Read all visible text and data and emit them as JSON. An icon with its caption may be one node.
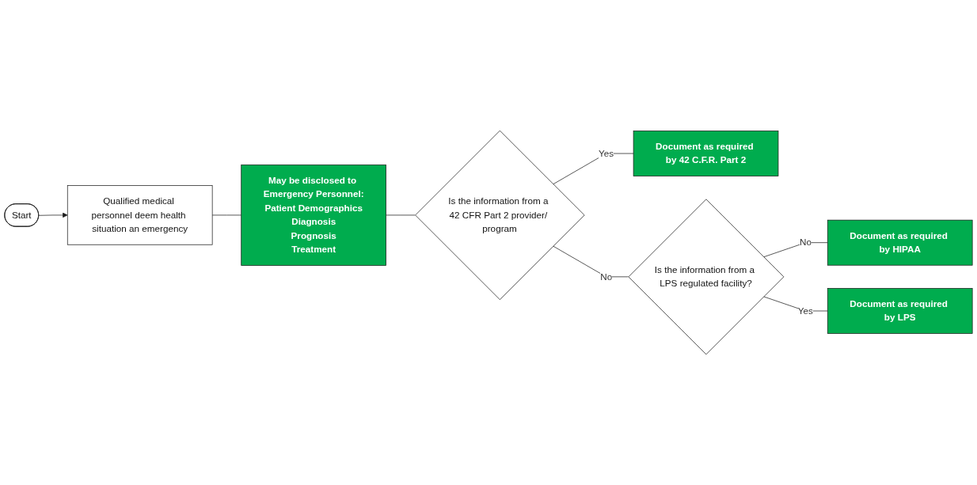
{
  "diagram": {
    "nodes": [
      {
        "text": [
          "Start"
        ]
      },
      {
        "text": [
          "Qualified medical personnel deem health situation an emergency"
        ]
      },
      {
        "text": [
          "May be disclosed to Emergency Personnel:",
          "Patient Demographics",
          "Diagnosis",
          "Prognosis",
          "Treatment"
        ]
      },
      {
        "text": [
          "Is the information from a 42 CFR Part 2 provider/ program"
        ]
      },
      {
        "text": [
          "Document as required by 42 C.F.R. Part 2"
        ]
      },
      {
        "text": [
          "Is the information from a LPS regulated facility?"
        ]
      },
      {
        "text": [
          "Document as required by HIPAA"
        ]
      },
      {
        "text": [
          "Document as required by LPS"
        ]
      }
    ],
    "edges": [
      {
        "from": 0,
        "to": 1,
        "arrow": "to"
      },
      {
        "from": 1,
        "to": 2,
        "arrow": "none"
      },
      {
        "from": 2,
        "to": 3,
        "arrow": "none"
      },
      {
        "from": 3,
        "to": 4,
        "arrow": "none",
        "label": "Yes"
      },
      {
        "from": 3,
        "to": 5,
        "arrow": "none",
        "label": "No"
      },
      {
        "from": 5,
        "to": 6,
        "arrow": "none",
        "label": "No"
      },
      {
        "from": 5,
        "to": 7,
        "arrow": "none",
        "label": "Yes"
      }
    ]
  }
}
